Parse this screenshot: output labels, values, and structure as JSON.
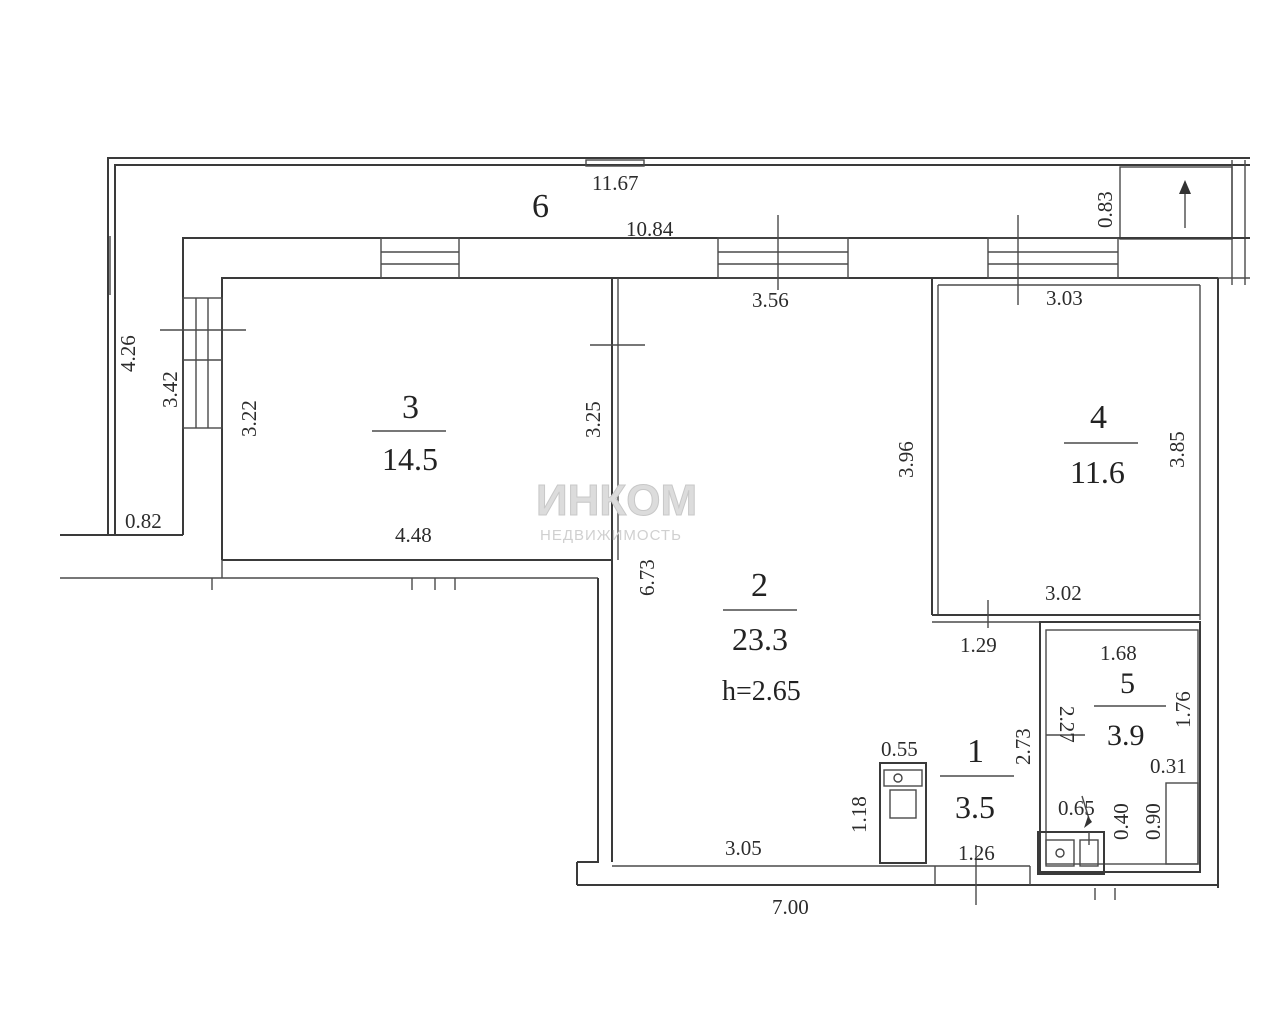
{
  "rooms": [
    {
      "id": "1",
      "area": "3.5"
    },
    {
      "id": "2",
      "area": "23.3",
      "height": "h=2.65"
    },
    {
      "id": "3",
      "area": "14.5"
    },
    {
      "id": "4",
      "area": "11.6"
    },
    {
      "id": "5",
      "area": "3.9"
    },
    {
      "id": "6"
    }
  ],
  "dimensions": {
    "balcony_outer_length": "11.67",
    "balcony_inner_length": "10.84",
    "balcony_depth": "0.83",
    "balcony_left_outer": "4.26",
    "balcony_left_inner": "3.42",
    "balcony_bottom": "0.82",
    "room3_left": "3.22",
    "room3_right": "3.25",
    "room3_width": "4.48",
    "room2_top": "3.56",
    "room2_height": "6.73",
    "room2_bottom": "3.05",
    "room4_top": "3.03",
    "room4_left": "3.96",
    "room4_right": "3.85",
    "room4_bottom": "3.02",
    "corridor_door": "1.29",
    "room5_top": "1.68",
    "room5_right": "1.76",
    "room5_left": "2.27",
    "room1_side": "2.73",
    "room1_width": "1.26",
    "room1_depth": "1.18",
    "stove_width": "0.55",
    "sink_width": "0.65",
    "sink_depth": "0.40",
    "cabinet_width": "0.31",
    "cabinet_depth": "0.90",
    "total_bottom": "7.00"
  },
  "watermark": {
    "brand": "ИНКОМ",
    "tagline": "НЕДВИЖИМОСТЬ"
  }
}
